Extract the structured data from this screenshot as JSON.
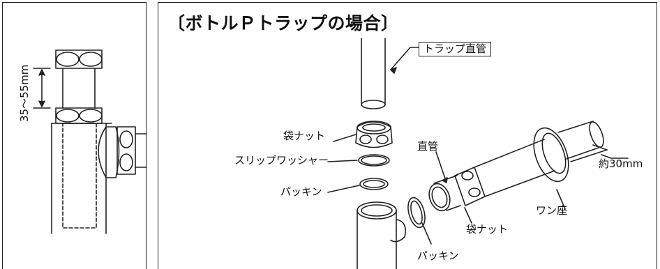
{
  "title": "〔ボトルＰトラップの場合〕",
  "left_panel": {
    "dimension_label": "35〜55mm"
  },
  "labels": {
    "trap_straight_pipe": "トラップ直管",
    "bag_nut_top": "袋ナット",
    "slip_washer": "スリップワッシャー",
    "packing_left": "パッキン",
    "straight_pipe": "直管",
    "approx_30mm": "約30mm",
    "wan_seat": "ワン座",
    "bag_nut_bottom": "袋ナット",
    "packing_bottom": "パッキン"
  }
}
